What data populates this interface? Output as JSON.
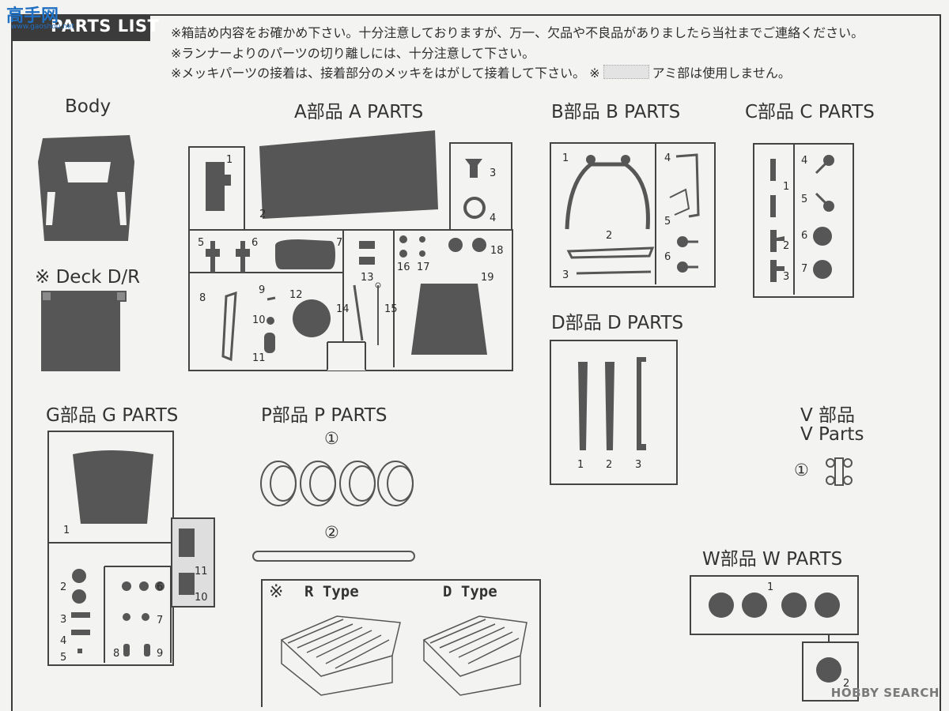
{
  "logo": {
    "chars": "高手网",
    "url": "www.gaoshou.net"
  },
  "header": {
    "title": "PARTS LIST",
    "note1": "※箱詰め内容をお確かめ下さい。十分注意しておりますが、万一、欠品や不良品がありましたら当社までご連絡ください。",
    "note2": "※ランナーよりのパーツの切り離しには、十分注意して下さい。",
    "note3_a": "※メッキパーツの接着は、接着部分のメッキをはがして接着して下さい。 ※",
    "note3_b": "アミ部は使用しません。"
  },
  "sections": {
    "body": "Body",
    "deck": "※ Deck D/R",
    "a": "A部品 A PARTS",
    "b": "B部品 B PARTS",
    "c": "C部品 C PARTS",
    "d": "D部品 D PARTS",
    "g": "G部品 G PARTS",
    "p": "P部品 P PARTS",
    "v1": "V 部品",
    "v2": "V Parts",
    "w": "W部品 W PARTS"
  },
  "p_parts": {
    "tires_marker": "①",
    "rod_marker": "②"
  },
  "v_parts": {
    "marker": "①"
  },
  "deck_types": {
    "marker": "※",
    "r_type": "R Type",
    "d_type": "D Type"
  },
  "labels": {
    "a": [
      "1",
      "2",
      "3",
      "4",
      "5",
      "6",
      "7",
      "8",
      "9",
      "10",
      "11",
      "12",
      "13",
      "14",
      "15",
      "16",
      "17",
      "18",
      "19"
    ],
    "b": [
      "1",
      "2",
      "3",
      "4",
      "5",
      "6"
    ],
    "c": [
      "1",
      "2",
      "3",
      "4",
      "5",
      "6",
      "7"
    ],
    "d": [
      "1",
      "2",
      "3"
    ],
    "g": [
      "1",
      "2",
      "3",
      "4",
      "5",
      "6",
      "7",
      "8",
      "9",
      "10",
      "11"
    ],
    "w": [
      "1",
      "2"
    ]
  },
  "watermark": "HOBBY SEARCH"
}
